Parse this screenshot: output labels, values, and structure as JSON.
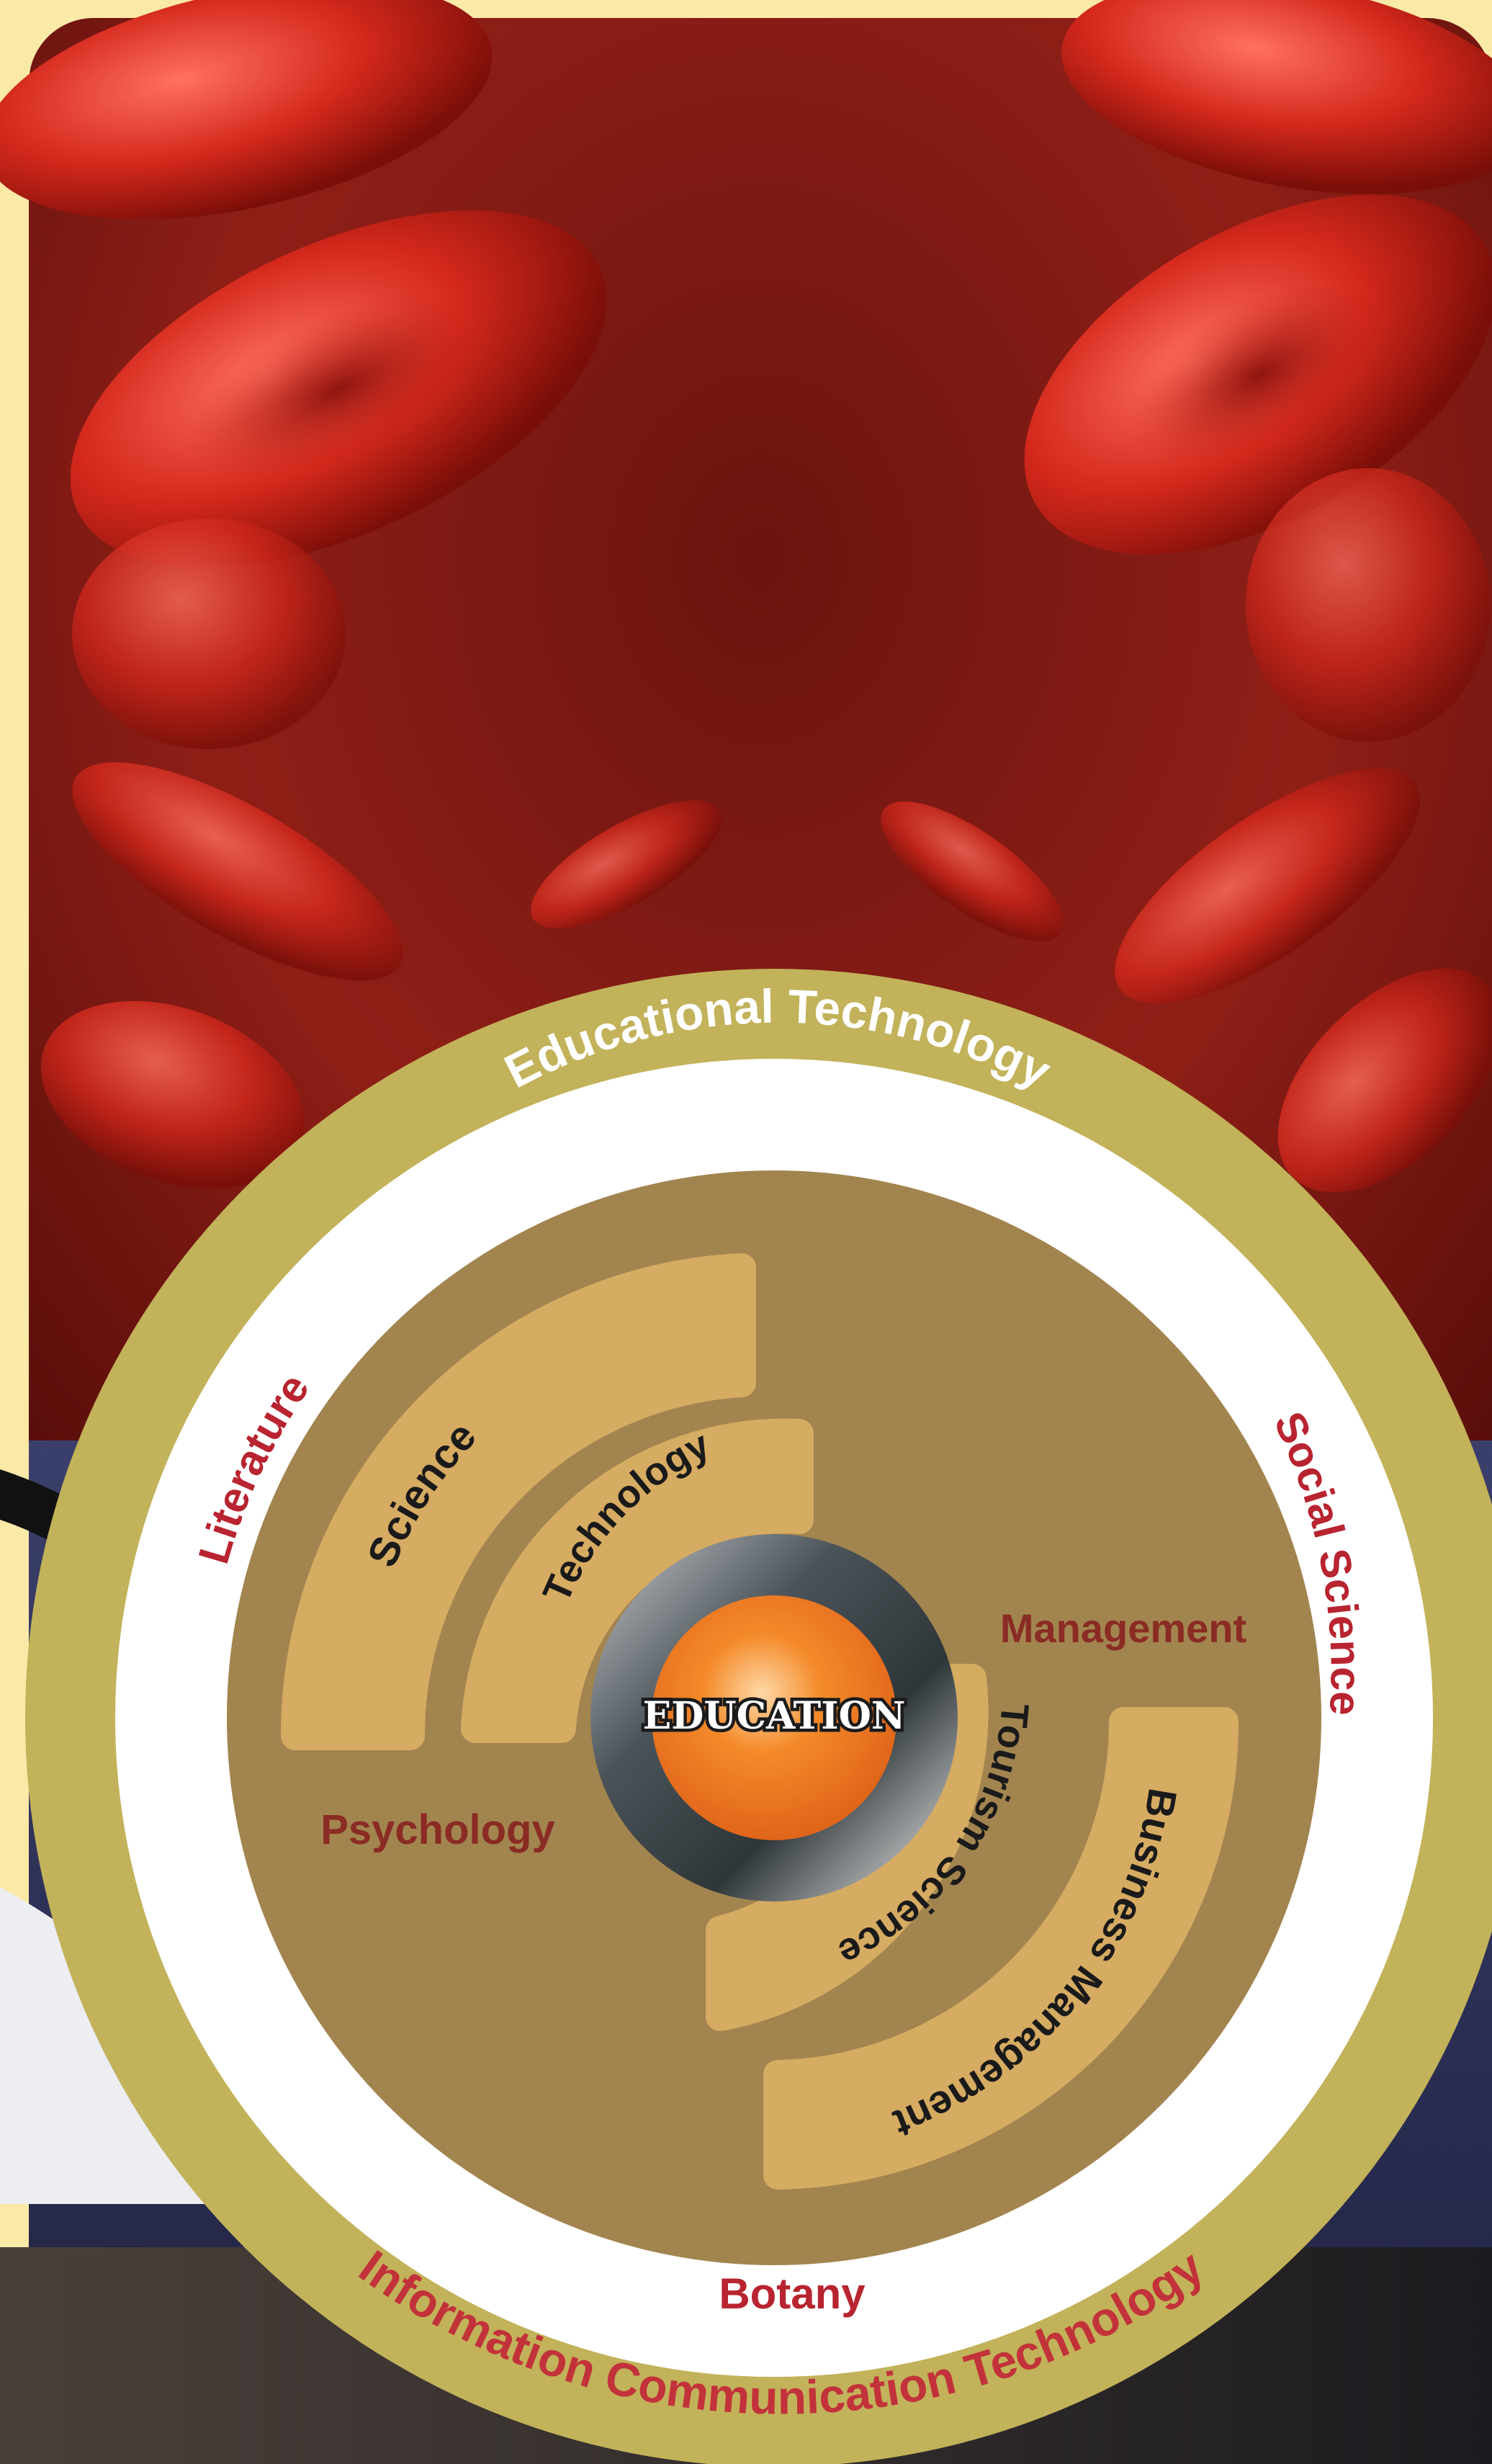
{
  "center": {
    "label": "EDUCATION"
  },
  "outer_ring": {
    "top": "Educational Technology",
    "left": "Literature",
    "right": "Social Science",
    "bottom": "Information Communication Technology",
    "bottom_inner": "Botany"
  },
  "disc": {
    "science": "Science",
    "technology": "Technology",
    "psychology": "Psychology",
    "management": "Management",
    "tourism_science": "Tourism Science",
    "business_management": "Business Management"
  },
  "colors": {
    "ring_gold": "#c2b25a",
    "ring_white": "#ffffff",
    "disc_brown": "#a2844f",
    "band_tan": "#d6ab62",
    "label_red": "#b8242f",
    "label_maroon": "#8a2b24",
    "center_orange": "#f07a1e",
    "background_top": "#8d1d15",
    "background_bottom": "#2c2f55"
  }
}
